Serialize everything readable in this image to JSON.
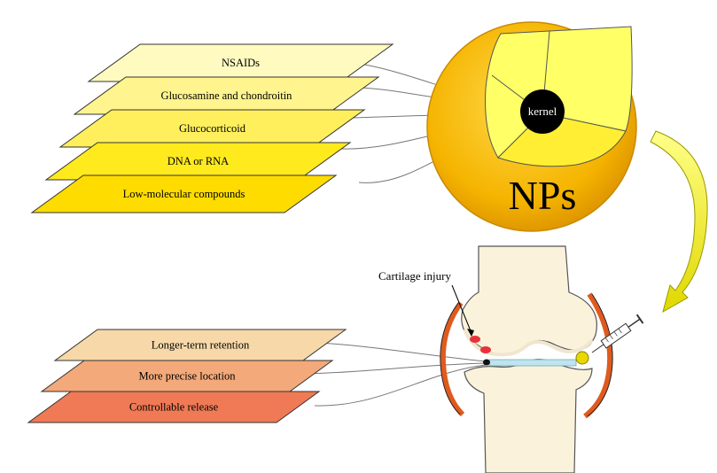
{
  "payload_layers": [
    {
      "label": "NSAIDs",
      "fill": "#fffbc0"
    },
    {
      "label": "Glucosamine and chondroitin",
      "fill": "#fff48e"
    },
    {
      "label": "Glucocorticoid",
      "fill": "#ffef5c"
    },
    {
      "label": "DNA or RNA",
      "fill": "#ffea1e"
    },
    {
      "label": "Low-molecular compounds",
      "fill": "#ffdc00"
    }
  ],
  "benefit_layers": [
    {
      "label": "Longer-term retention",
      "fill": "#f7d8a8"
    },
    {
      "label": "More precise location",
      "fill": "#f3a97a"
    },
    {
      "label": "Controllable release",
      "fill": "#ef7a55"
    }
  ],
  "nanoparticle": {
    "core_label": "kernel",
    "name": "NPs",
    "shell_color": "#f5b400",
    "inner_color": "#ffff66"
  },
  "joint": {
    "injury_label": "Cartilage injury"
  },
  "colors": {
    "arrow": "#e6e600",
    "capsule": "#e05a1e",
    "bone_outline": "#555555"
  }
}
